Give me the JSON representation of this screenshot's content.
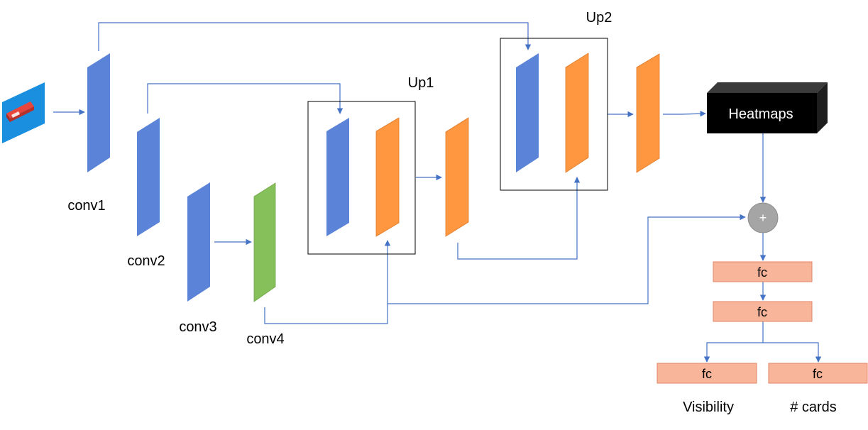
{
  "labels": {
    "conv1": "conv1",
    "conv2": "conv2",
    "conv3": "conv3",
    "conv4": "conv4",
    "up1": "Up1",
    "up2": "Up2",
    "heatmaps": "Heatmaps",
    "plus": "+",
    "fc1": "fc",
    "fc2": "fc",
    "fc_visibility": "fc",
    "fc_cards": "fc",
    "visibility": "Visibility",
    "cards": "# cards"
  },
  "colors": {
    "blue_layer": "#5B84D8",
    "orange_layer": "#FF9640",
    "green_layer": "#86C05A",
    "fc_fill": "#F8B59A",
    "fc_stroke": "#E0876A",
    "heatmaps_fill": "#000000",
    "plus_fill": "#A5A5A5",
    "connector": "#4472C4"
  },
  "icons": {
    "input_image": "input-image-icon"
  }
}
